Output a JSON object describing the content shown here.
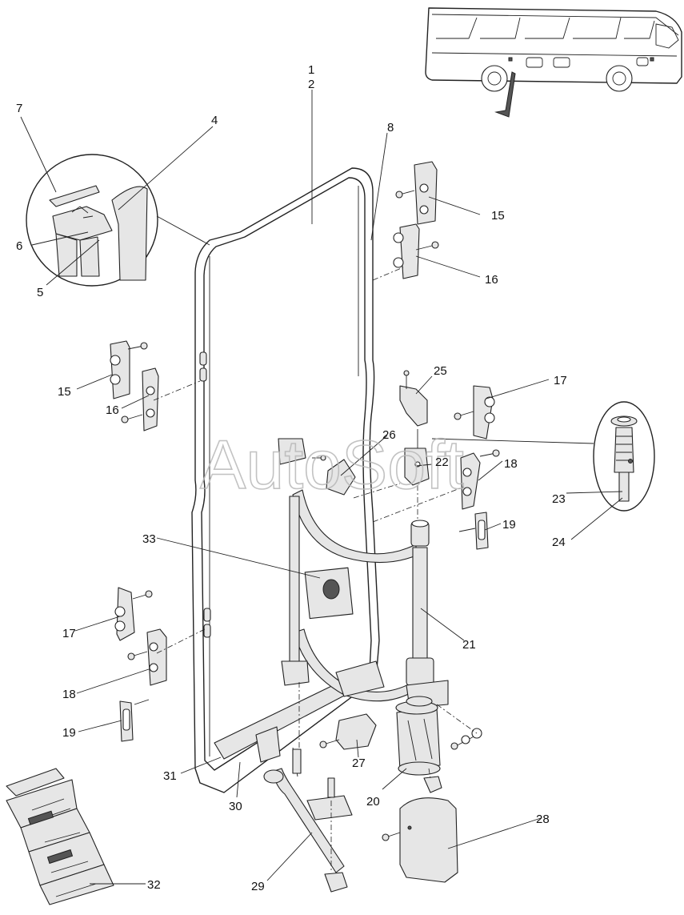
{
  "watermark": "AutoSoft",
  "callouts": [
    {
      "id": "c1",
      "text": "1"
    },
    {
      "id": "c2",
      "text": "2"
    },
    {
      "id": "c4",
      "text": "4"
    },
    {
      "id": "c5",
      "text": "5"
    },
    {
      "id": "c6",
      "text": "6"
    },
    {
      "id": "c7",
      "text": "7"
    },
    {
      "id": "c8",
      "text": "8"
    },
    {
      "id": "c15a",
      "text": "15"
    },
    {
      "id": "c15b",
      "text": "15"
    },
    {
      "id": "c16a",
      "text": "16"
    },
    {
      "id": "c16b",
      "text": "16"
    },
    {
      "id": "c17a",
      "text": "17"
    },
    {
      "id": "c17b",
      "text": "17"
    },
    {
      "id": "c18a",
      "text": "18"
    },
    {
      "id": "c18b",
      "text": "18"
    },
    {
      "id": "c19a",
      "text": "19"
    },
    {
      "id": "c19b",
      "text": "19"
    },
    {
      "id": "c20",
      "text": "20"
    },
    {
      "id": "c21",
      "text": "21"
    },
    {
      "id": "c22",
      "text": "22"
    },
    {
      "id": "c23",
      "text": "23"
    },
    {
      "id": "c24",
      "text": "24"
    },
    {
      "id": "c25",
      "text": "25"
    },
    {
      "id": "c26",
      "text": "26"
    },
    {
      "id": "c27",
      "text": "27"
    },
    {
      "id": "c28",
      "text": "28"
    },
    {
      "id": "c29",
      "text": "29"
    },
    {
      "id": "c30",
      "text": "30"
    },
    {
      "id": "c31",
      "text": "31"
    },
    {
      "id": "c32",
      "text": "32"
    },
    {
      "id": "c33",
      "text": "33"
    }
  ]
}
